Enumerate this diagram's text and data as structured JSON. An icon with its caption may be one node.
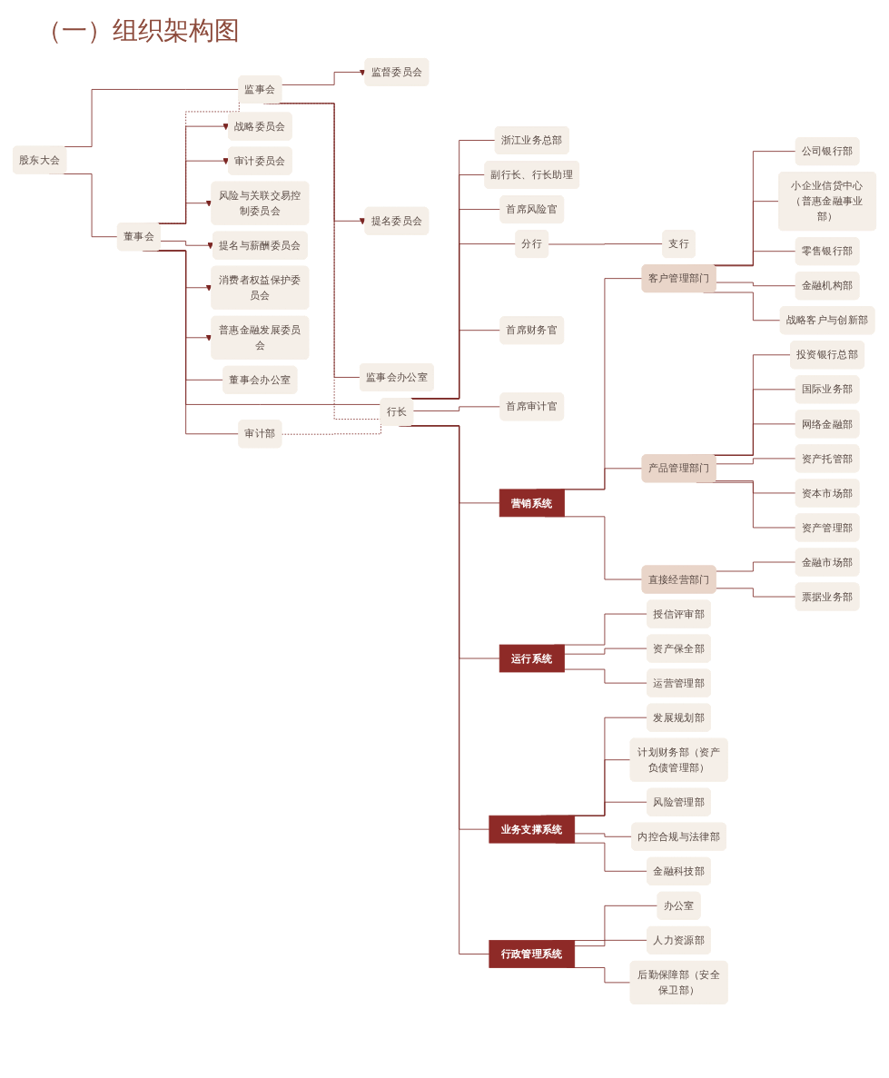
{
  "diagram": {
    "title": "（一）组织架构图",
    "nodes": [
      {
        "text": [
          "股东大会"
        ]
      },
      {
        "text": [
          "董事会"
        ]
      },
      {
        "text": [
          "监事会"
        ]
      },
      {
        "text": [
          "战略委员会"
        ]
      },
      {
        "text": [
          "审计委员会"
        ]
      },
      {
        "text": [
          "风险与关联交易控制委员会"
        ]
      },
      {
        "text": [
          "提名与薪酬委员会"
        ]
      },
      {
        "text": [
          "消费者权益保护委员会"
        ]
      },
      {
        "text": [
          "普惠金融发展委员会"
        ]
      },
      {
        "text": [
          "董事会办公室"
        ]
      },
      {
        "text": [
          "审计部"
        ]
      },
      {
        "text": [
          "监督委员会"
        ]
      },
      {
        "text": [
          "提名委员会"
        ]
      },
      {
        "text": [
          "监事会办公室"
        ]
      },
      {
        "text": [
          "行长"
        ]
      },
      {
        "text": [
          "浙江业务总部"
        ]
      },
      {
        "text": [
          "副行长、行长助理"
        ]
      },
      {
        "text": [
          "首席风险官"
        ]
      },
      {
        "text": [
          "分行"
        ]
      },
      {
        "text": [
          "首席财务官"
        ]
      },
      {
        "text": [
          "支行"
        ]
      },
      {
        "text": [
          "首席审计官"
        ]
      },
      {
        "text": [
          "营销系统"
        ]
      },
      {
        "text": [
          "客户管理部门"
        ]
      },
      {
        "text": [
          "公司银行部"
        ]
      },
      {
        "text": [
          "小企业信贷中心（普惠金融事业部）"
        ]
      },
      {
        "text": [
          "零售银行部"
        ]
      },
      {
        "text": [
          "金融机构部"
        ]
      },
      {
        "text": [
          "战略客户与创新部"
        ]
      },
      {
        "text": [
          "产品管理部门"
        ]
      },
      {
        "text": [
          "投资银行总部"
        ]
      },
      {
        "text": [
          "国际业务部"
        ]
      },
      {
        "text": [
          "网络金融部"
        ]
      },
      {
        "text": [
          "资产托管部"
        ]
      },
      {
        "text": [
          "资本市场部"
        ]
      },
      {
        "text": [
          "资产管理部"
        ]
      },
      {
        "text": [
          "直接经营部门"
        ]
      },
      {
        "text": [
          "金融市场部"
        ]
      },
      {
        "text": [
          "票据业务部"
        ]
      },
      {
        "text": [
          "运行系统"
        ]
      },
      {
        "text": [
          "授信评审部"
        ]
      },
      {
        "text": [
          "资产保全部"
        ]
      },
      {
        "text": [
          "运营管理部"
        ]
      },
      {
        "text": [
          "业务支撑系统"
        ]
      },
      {
        "text": [
          "发展规划部"
        ]
      },
      {
        "text": [
          "计划财务部（资产负债管理部）"
        ]
      },
      {
        "text": [
          "风险管理部"
        ]
      },
      {
        "text": [
          "内控合规与法律部"
        ]
      },
      {
        "text": [
          "金融科技部"
        ]
      },
      {
        "text": [
          "行政管理系统"
        ]
      },
      {
        "text": [
          "办公室"
        ]
      },
      {
        "text": [
          "人力资源部"
        ]
      },
      {
        "text": [
          "后勤保障部（安全保卫部）"
        ]
      }
    ],
    "edges": [
      {
        "from": 0,
        "to": 1,
        "arrow": "none"
      },
      {
        "from": 0,
        "to": 2,
        "arrow": "none"
      },
      {
        "from": 1,
        "to": 2,
        "arrow": "none",
        "style": "dashed"
      },
      {
        "from": 1,
        "to": 3,
        "arrow": "to"
      },
      {
        "from": 1,
        "to": 4,
        "arrow": "to"
      },
      {
        "from": 1,
        "to": 5,
        "arrow": "to"
      },
      {
        "from": 1,
        "to": 6,
        "arrow": "to"
      },
      {
        "from": 1,
        "to": 7,
        "arrow": "to"
      },
      {
        "from": 1,
        "to": 8,
        "arrow": "to"
      },
      {
        "from": 1,
        "to": 9,
        "arrow": "none"
      },
      {
        "from": 1,
        "to": 10,
        "arrow": "none"
      },
      {
        "from": 2,
        "to": 11,
        "arrow": "to"
      },
      {
        "from": 2,
        "to": 12,
        "arrow": "to"
      },
      {
        "from": 2,
        "to": 13,
        "arrow": "none"
      },
      {
        "from": 1,
        "to": 14,
        "arrow": "none"
      },
      {
        "from": 2,
        "to": 14,
        "arrow": "none",
        "style": "dashed"
      },
      {
        "from": 10,
        "to": 14,
        "arrow": "none",
        "style": "dashed"
      },
      {
        "from": 14,
        "to": 15,
        "arrow": "none"
      },
      {
        "from": 14,
        "to": 16,
        "arrow": "none"
      },
      {
        "from": 14,
        "to": 17,
        "arrow": "none"
      },
      {
        "from": 14,
        "to": 18,
        "arrow": "none"
      },
      {
        "from": 18,
        "to": 20,
        "arrow": "none"
      },
      {
        "from": 14,
        "to": 19,
        "arrow": "none"
      },
      {
        "from": 14,
        "to": 21,
        "arrow": "none"
      },
      {
        "from": 14,
        "to": 22,
        "arrow": "none"
      },
      {
        "from": 14,
        "to": 39,
        "arrow": "none"
      },
      {
        "from": 14,
        "to": 43,
        "arrow": "none"
      },
      {
        "from": 14,
        "to": 49,
        "arrow": "none"
      },
      {
        "from": 22,
        "to": 23,
        "arrow": "none"
      },
      {
        "from": 23,
        "to": 24,
        "arrow": "none"
      },
      {
        "from": 23,
        "to": 25,
        "arrow": "none"
      },
      {
        "from": 23,
        "to": 26,
        "arrow": "none"
      },
      {
        "from": 23,
        "to": 27,
        "arrow": "none"
      },
      {
        "from": 23,
        "to": 28,
        "arrow": "none"
      },
      {
        "from": 22,
        "to": 29,
        "arrow": "none"
      },
      {
        "from": 29,
        "to": 30,
        "arrow": "none"
      },
      {
        "from": 29,
        "to": 31,
        "arrow": "none"
      },
      {
        "from": 29,
        "to": 32,
        "arrow": "none"
      },
      {
        "from": 29,
        "to": 33,
        "arrow": "none"
      },
      {
        "from": 29,
        "to": 34,
        "arrow": "none"
      },
      {
        "from": 29,
        "to": 35,
        "arrow": "none"
      },
      {
        "from": 22,
        "to": 36,
        "arrow": "none"
      },
      {
        "from": 36,
        "to": 37,
        "arrow": "none"
      },
      {
        "from": 36,
        "to": 38,
        "arrow": "none"
      },
      {
        "from": 39,
        "to": 40,
        "arrow": "none"
      },
      {
        "from": 39,
        "to": 41,
        "arrow": "none"
      },
      {
        "from": 39,
        "to": 42,
        "arrow": "none"
      },
      {
        "from": 43,
        "to": 44,
        "arrow": "none"
      },
      {
        "from": 43,
        "to": 45,
        "arrow": "none"
      },
      {
        "from": 43,
        "to": 46,
        "arrow": "none"
      },
      {
        "from": 43,
        "to": 47,
        "arrow": "none"
      },
      {
        "from": 43,
        "to": 48,
        "arrow": "none"
      },
      {
        "from": 49,
        "to": 50,
        "arrow": "none"
      },
      {
        "from": 49,
        "to": 51,
        "arrow": "none"
      },
      {
        "from": 49,
        "to": 52,
        "arrow": "none"
      }
    ]
  }
}
